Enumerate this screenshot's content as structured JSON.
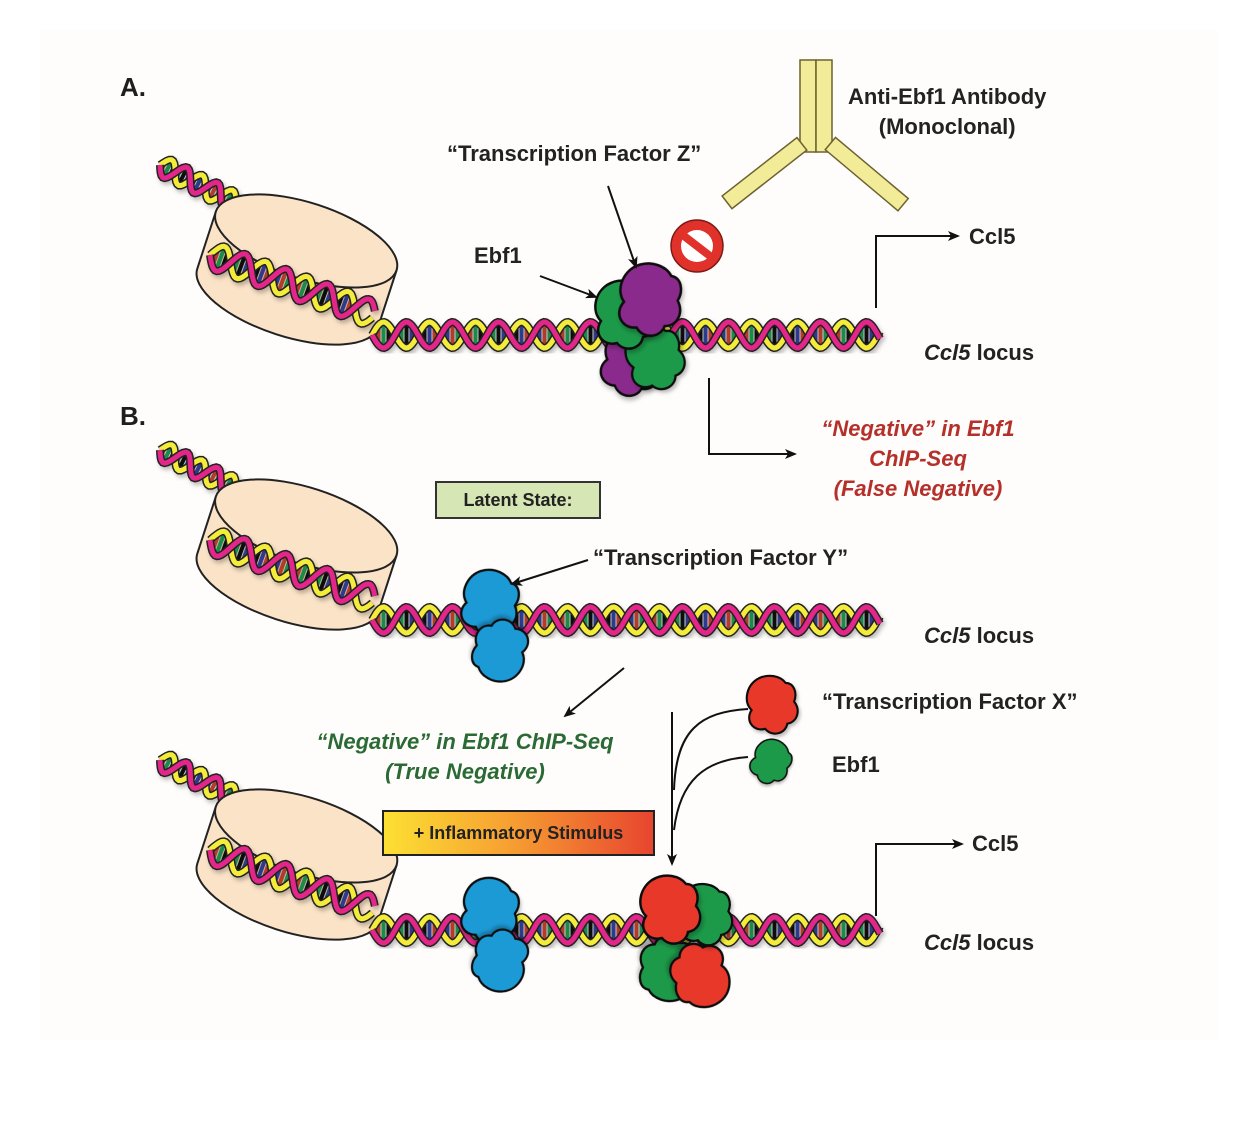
{
  "panels": {
    "a": {
      "letter": "A.",
      "antibody_label_line1": "Anti-Ebf1 Antibody",
      "antibody_label_line2": "(Monoclonal)",
      "tf_z_label": "“Transcription Factor Z”",
      "ebf1_label": "Ebf1",
      "gene_label": "Ccl5",
      "locus_label_italic": "Ccl5",
      "locus_label_rest": " locus",
      "result_line1": "“Negative” in Ebf1",
      "result_line2": "ChIP-Seq",
      "result_line3": "(False Negative)"
    },
    "b": {
      "letter": "B.",
      "latent_state_label": "Latent State:",
      "tf_y_label": "“Transcription Factor Y”",
      "locus_label_italic": "Ccl5",
      "locus_label_rest": " locus",
      "result_line1": "“Negative” in Ebf1 ChIP-Seq",
      "result_line2": "(True Negative)",
      "tf_x_label": "“Transcription Factor X”",
      "ebf1_label": "Ebf1",
      "stimulus_label": "+ Inflammatory Stimulus",
      "gene_label": "Ccl5",
      "locus2_label_italic": "Ccl5",
      "locus2_label_rest": " locus"
    }
  },
  "icons": {
    "prohibited": "no-entry-sign",
    "antibody": "y-shaped-antibody",
    "nucleosome": "histone-cylinder",
    "dna": "double-helix"
  },
  "colors": {
    "strand_pink": "#e2288a",
    "strand_yellow": "#f4ec3a",
    "histone": "#fbe3c7",
    "ebf1_green": "#1e9a48",
    "tf_z_purple": "#8a2a8c",
    "tf_y_blue": "#1a9ad6",
    "tf_x_red": "#e8392c",
    "antibody_yellow": "#f2eb98",
    "false_negative_red": "#b5302a",
    "true_negative_green": "#2b6a35",
    "latent_box": "#d6e6b4"
  }
}
